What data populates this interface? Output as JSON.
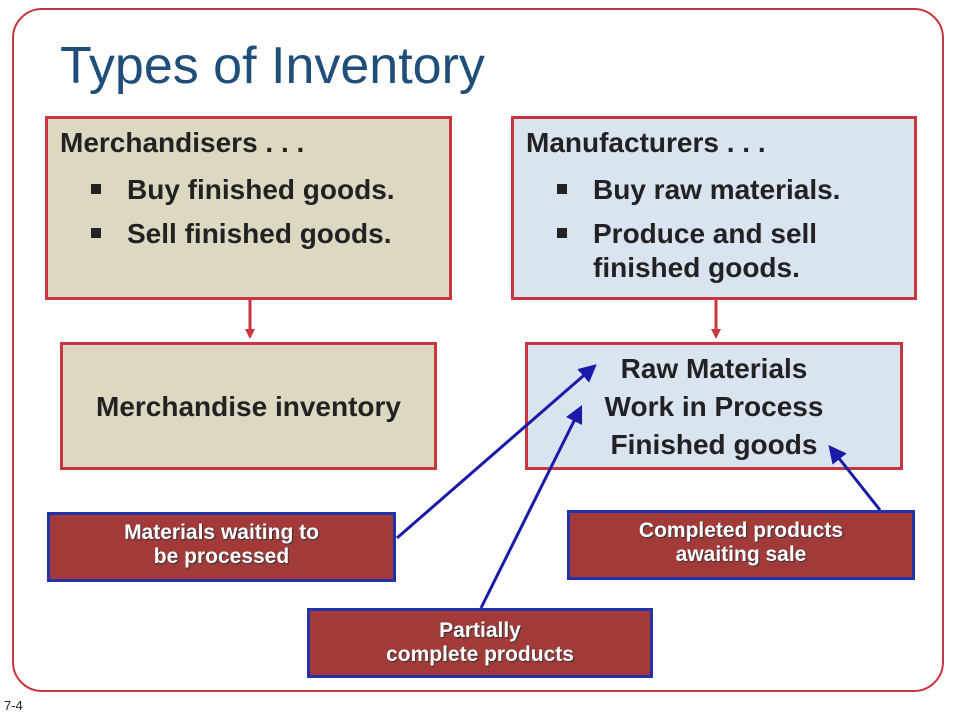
{
  "title": "Types of Inventory",
  "slide_number": "7-4",
  "merchandisers": {
    "heading": "Merchandisers . . .",
    "bullets": [
      "Buy finished goods.",
      "Sell finished goods."
    ]
  },
  "manufacturers": {
    "heading": "Manufacturers . . .",
    "bullets": [
      "Buy raw materials.",
      "Produce and sell finished goods."
    ]
  },
  "merchandise_inventory": "Merchandise inventory",
  "manufacturer_inventory": [
    "Raw Materials",
    "Work in Process",
    "Finished goods"
  ],
  "callouts": {
    "raw": [
      "Materials waiting to",
      "be processed"
    ],
    "finished": [
      "Completed products",
      "awaiting sale"
    ],
    "wip": [
      "Partially",
      "complete products"
    ]
  },
  "colors": {
    "frame": "#c8373f",
    "title": "#1f4e79",
    "merch_fill": "#ddd8c2",
    "manuf_fill": "#dae4f1",
    "callout_fill": "#a33a3a",
    "connector": "#1a1aa8"
  }
}
